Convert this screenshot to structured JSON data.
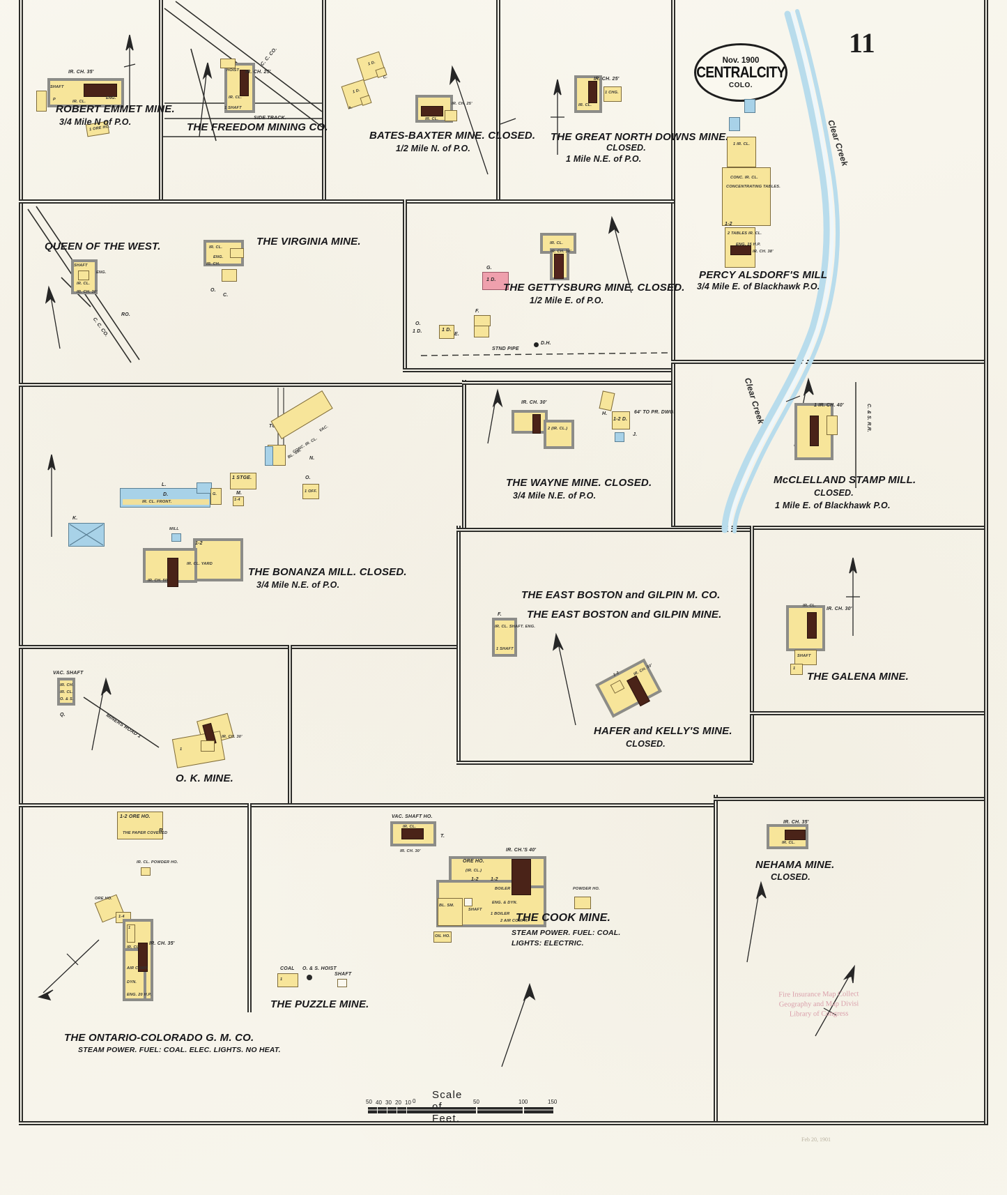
{
  "sheet": {
    "number": "11",
    "title_line1": "Nov. 1900",
    "title_line2": "CENTRALCITY",
    "title_line3": "COLO.",
    "footer_note": "Feb 20, 1901"
  },
  "scale": {
    "label": "Scale of Feet.",
    "ticks": [
      "50",
      "40",
      "30",
      "20",
      "10",
      "0",
      "50",
      "100",
      "150"
    ]
  },
  "stamp": {
    "line1": "Fire Insurance Map Collect",
    "line2": "Geography and Map Divisi",
    "line3": "Library of Congress"
  },
  "features": [
    {
      "id": "robert-emmet-mine",
      "name": "Robert Emmet Mine",
      "caption": "ROBERT EMMET MINE.",
      "subcaption": "3/4 Mile N of P.O.",
      "annotations": [
        "IR. CH. 35'",
        "SHAFT",
        "P",
        "IR. CL.",
        "ENG.",
        "1 ORE HO."
      ]
    },
    {
      "id": "freedom-mining-co",
      "name": "The Freedom Mining Co.",
      "caption": "THE FREEDOM MINING CO.",
      "subcaption": "",
      "annotations": [
        "HOIST",
        "IR. CH. 25'",
        "IR. CL.",
        "1 SHAFT",
        "SIDE TRACK.",
        "C. C. CO."
      ]
    },
    {
      "id": "bates-baxter-mine",
      "name": "Bates-Baxter Mine",
      "caption": "BATES-BAXTER MINE. CLOSED.",
      "subcaption": "1/2 Mile N. of P.O.",
      "annotations": [
        "1 D.",
        "C.",
        "1 D.",
        "A.",
        "IR. CH. 25'",
        "IR. CL."
      ]
    },
    {
      "id": "great-north-downs-mine",
      "name": "The Great North Downs Mine",
      "caption": "THE GREAT NORTH DOWNS MINE.",
      "subcaption": "CLOSED.",
      "subcaption2": "1 Mile N.E. of P.O.",
      "annotations": [
        "IR. CH. 25'",
        "1 CHG.",
        "IR. CL."
      ]
    },
    {
      "id": "percy-alsdorfs-mill",
      "name": "Percy Alsdorf's Mill",
      "caption": "PERCY ALSDORF'S MILL",
      "subcaption": "3/4 Mile E. of Blackhawk P.O.",
      "annotations": [
        "1 IR. CL.",
        "CONC. IR. CL.",
        "CONCENTRATING TABLES.",
        "1-2",
        "2 TABLES IR. CL.",
        "ENG. 15 H.P.",
        "IR. CH. 38'",
        "1"
      ]
    },
    {
      "id": "queen-of-the-west",
      "name": "Queen of the West",
      "caption": "QUEEN OF THE WEST.",
      "subcaption": "",
      "annotations": [
        "SHAFT",
        "ENG.",
        "IR. CL.",
        "IR. CH. 30'",
        "C. C. CO.",
        "RO."
      ]
    },
    {
      "id": "virginia-mine",
      "name": "The Virginia Mine",
      "caption": "THE VIRGINIA MINE.",
      "subcaption": "",
      "annotations": [
        "IR. CL.",
        "ENG.",
        "IR. CH.",
        "O.",
        "C."
      ]
    },
    {
      "id": "gettysburg-mine",
      "name": "The Gettysburg Mine",
      "caption": "THE GETTYSBURG MINE. CLOSED.",
      "subcaption": "1/2 Mile E. of P.O.",
      "annotations": [
        "IR. CL.",
        "IR. CH. 30'",
        "G.",
        "1 D.",
        "F.",
        "O.",
        "1 D.",
        "1 D.",
        "E.",
        "STND PIPE",
        "D.H."
      ]
    },
    {
      "id": "wayne-mine",
      "name": "The Wayne Mine",
      "caption": "THE WAYNE MINE. CLOSED.",
      "subcaption": "3/4 Mile N.E. of P.O.",
      "annotations": [
        "IR. CH. 30'",
        "2 (IR. CL.)",
        "H.",
        "1-2 D.",
        "64' TO PR. DWG.",
        "J."
      ]
    },
    {
      "id": "mcclelland-stamp-mill",
      "name": "McClelland Stamp Mill",
      "caption": "McCLELLAND STAMP MILL.",
      "subcaption": "CLOSED.",
      "subcaption2": "1 Mile E. of Blackhawk P.O.",
      "annotations": [
        "1 IR. CH. 40'",
        "C. & S. R.R."
      ]
    },
    {
      "id": "bonanza-mill",
      "name": "The Bonanza Mill",
      "caption": "THE BONANZA MILL. CLOSED.",
      "subcaption": "3/4 Mile N.E. of P.O.",
      "annotations": [
        "TUNNEL",
        "CONC. IR. CL.",
        "BL. SM.",
        "VAC.",
        "N.",
        "1 STGE.",
        "M.",
        "1-4",
        "O.",
        "1 OFF.",
        "L.",
        "D.",
        "IR. CL. FRONT.",
        "G.",
        "K.",
        "1-2",
        "MILL",
        "IR. CL. YARD",
        "IR. CH. 50'"
      ]
    },
    {
      "id": "east-boston-gilpin",
      "name": "The East Boston and Gilpin Mine",
      "caption": "THE EAST BOSTON and GILPIN M. CO.",
      "subcaption": "THE EAST BOSTON and GILPIN MINE.",
      "annotations": [
        "F.",
        "IR. CL. SHAFT. ENG.",
        "1 SHAFT"
      ]
    },
    {
      "id": "hafer-kellys-mine",
      "name": "Hafer and Kelly's Mine",
      "caption": "HAFER and KELLY'S MINE.",
      "subcaption": "CLOSED.",
      "annotations": [
        "1-2",
        "IR. CH. 30'"
      ]
    },
    {
      "id": "galena-mine",
      "name": "The Galena Mine",
      "caption": "THE GALENA MINE.",
      "subcaption": "",
      "annotations": [
        "IR. CL.",
        "IR. CH. 30'",
        "SHAFT",
        "1"
      ]
    },
    {
      "id": "ok-mine",
      "name": "O. K. Mine",
      "caption": "O. K. MINE.",
      "subcaption": "",
      "annotations": [
        "VAC. SHAFT",
        "IR. CH.",
        "IR. CL.",
        "O. & S.",
        "Q.",
        "MINERS ROAD 1",
        "IR. CH. 30'",
        "1"
      ]
    },
    {
      "id": "ontario-colorado",
      "name": "The Ontario-Colorado G. M. Co.",
      "caption": "THE ONTARIO-COLORADO G. M. CO.",
      "subcaption": "STEAM POWER. FUEL: COAL. ELEC. LIGHTS. NO HEAT.",
      "annotations": [
        "1-2 ORE HO.",
        "THE PAPER COVERED",
        "R.",
        "IR. CL. POWDER HO.",
        "ORE HO.",
        "1-4",
        "1",
        "IR. CL.",
        "IR. CH. 35'",
        "AIR COMP.",
        "DYN.",
        "ENG. 20 H.P."
      ]
    },
    {
      "id": "puzzle-mine",
      "name": "The Puzzle Mine",
      "caption": "THE PUZZLE MINE.",
      "subcaption": "",
      "annotations": [
        "COAL",
        "1",
        "O. & S. HOIST",
        "SHAFT"
      ]
    },
    {
      "id": "cook-mine",
      "name": "The Cook Mine",
      "caption": "THE COOK MINE.",
      "subcaption": "STEAM POWER. FUEL: COAL.",
      "subcaption2": "LIGHTS: ELECTRIC.",
      "annotations": [
        "VAC. SHAFT HO.",
        "IR. CL.",
        "IR. CH. 30'",
        "T.",
        "ORE HO.",
        "(IR. CL.)",
        "IR. CH.'S 40'",
        "1-2",
        "1-2",
        "BOILER",
        "BL. SM.",
        "SHAFT",
        "ENG. & DYN.",
        "1 BOILER",
        "2 AIR COMPR.",
        "OIL HO.",
        "POWDER HO."
      ]
    },
    {
      "id": "nehama-mine",
      "name": "Nehama Mine",
      "caption": "NEHAMA MINE.",
      "subcaption": "CLOSED.",
      "annotations": [
        "IR. CH. 35'",
        "IR. CL."
      ]
    }
  ],
  "waterways": [
    {
      "id": "clear-creek-north",
      "label": "Clear Creek"
    },
    {
      "id": "clear-creek-south",
      "label": "Clear Creek"
    }
  ]
}
